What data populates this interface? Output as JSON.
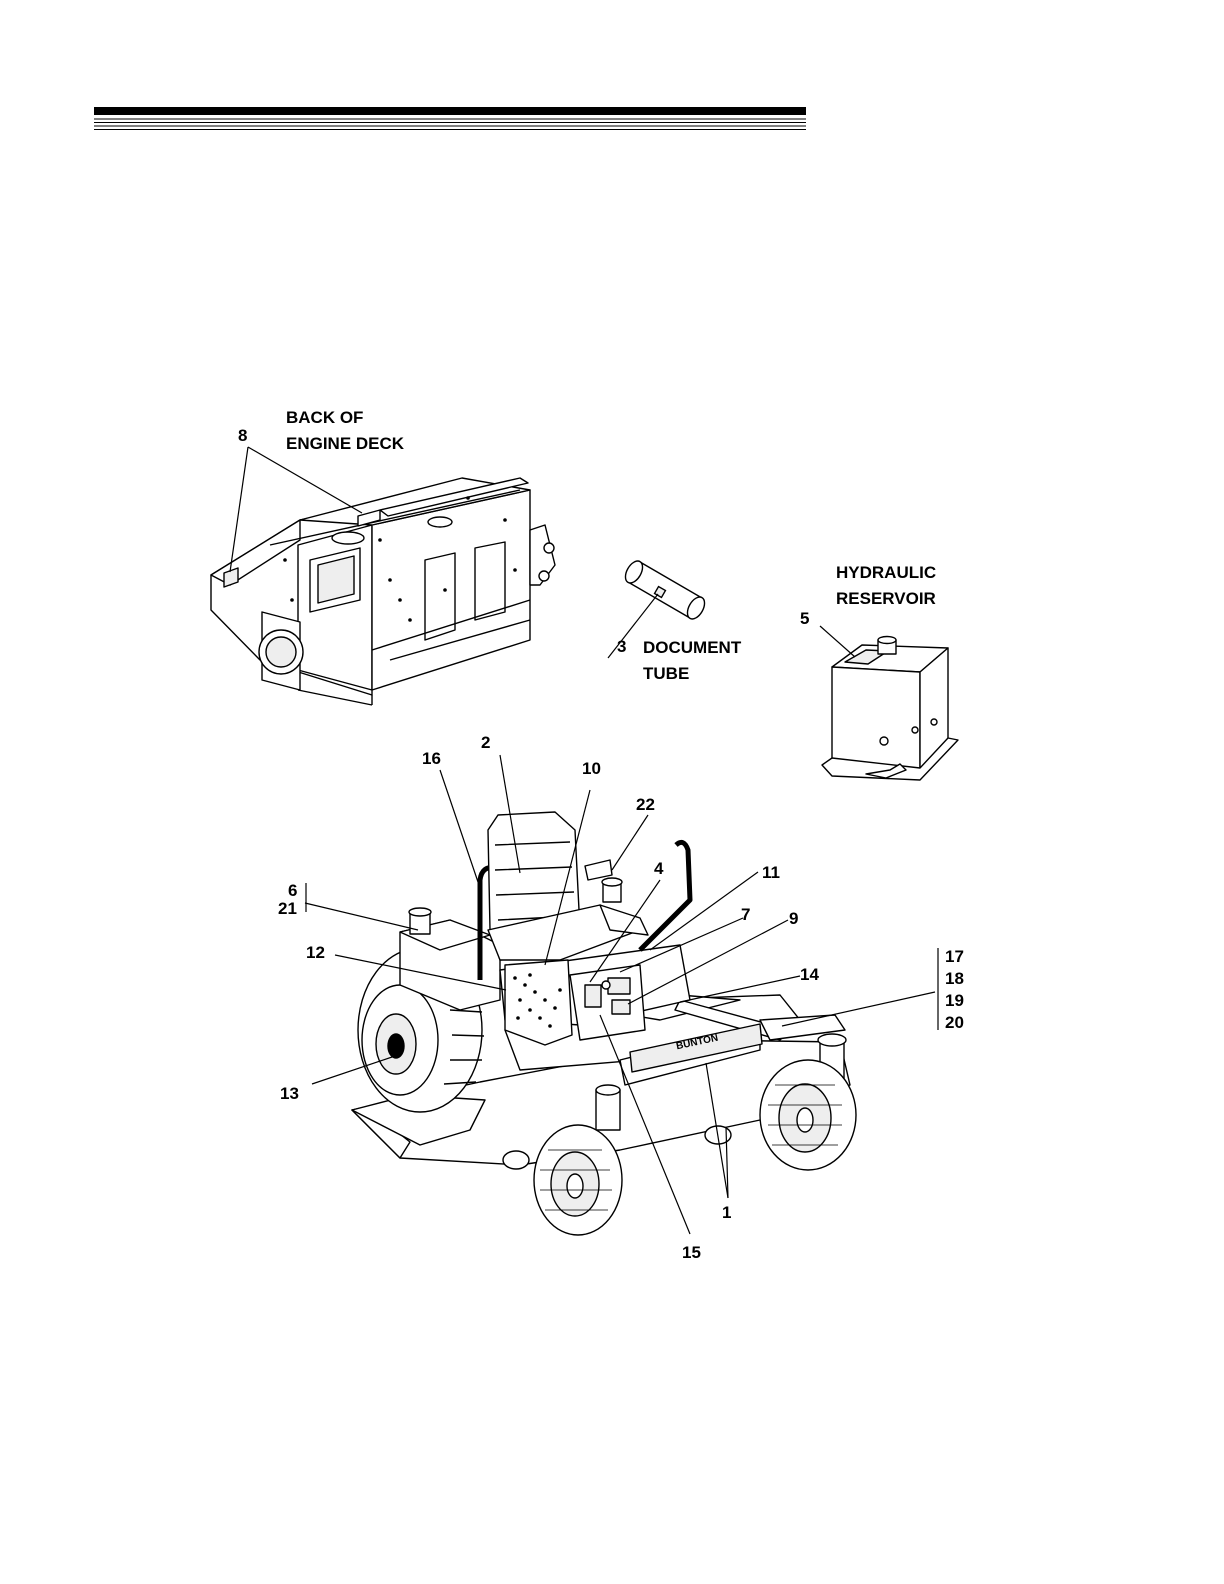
{
  "header": {
    "rule": "thick-over-thin-lines"
  },
  "captions": {
    "engine_deck_line1": "BACK OF",
    "engine_deck_line2": "ENGINE DECK",
    "document_tube_line1": "DOCUMENT",
    "document_tube_line2": "TUBE",
    "hydraulic_line1": "HYDRAULIC",
    "hydraulic_line2": "RESERVOIR",
    "brand_plate": "BUNTON"
  },
  "callouts": {
    "c1": "1",
    "c2": "2",
    "c3": "3",
    "c4": "4",
    "c5": "5",
    "c6": "6",
    "c7": "7",
    "c8": "8",
    "c9": "9",
    "c10": "10",
    "c11": "11",
    "c12": "12",
    "c13": "13",
    "c14": "14",
    "c15": "15",
    "c16": "16",
    "c17": "17",
    "c18": "18",
    "c19": "19",
    "c20": "20",
    "c21": "21",
    "c22": "22"
  },
  "colors": {
    "ink": "#000000",
    "paper": "#ffffff",
    "shade": "#d8d8d8"
  }
}
